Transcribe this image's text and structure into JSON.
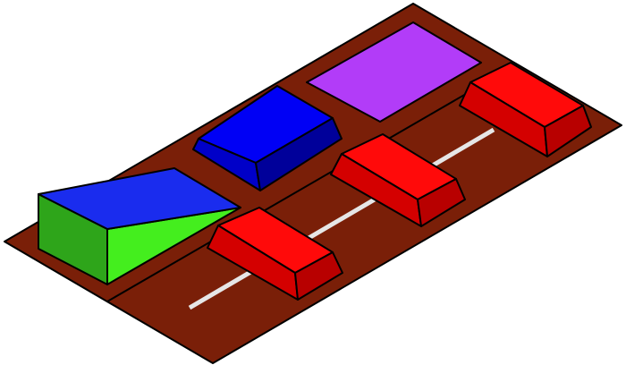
{
  "scene": {
    "colors": {
      "board": "#7a1f08",
      "board_edge": "#000000",
      "track": "#e6e6e6",
      "green_side_dark": "#2ea51a",
      "green_side_light": "#44ee1e",
      "blue_ramp_top": "#1a2cee",
      "blue_block_top": "#0000f5",
      "blue_block_front": "#0000c8",
      "blue_block_side": "#00009a",
      "purple_pad": "#b23cf8",
      "red_top": "#ff0a0a",
      "red_front": "#d40000",
      "red_side": "#b80000"
    },
    "objects": [
      {
        "name": "board",
        "type": "platform"
      },
      {
        "name": "green-ramp",
        "type": "wedge"
      },
      {
        "name": "blue-block",
        "type": "block"
      },
      {
        "name": "purple-pad",
        "type": "tile"
      },
      {
        "name": "red-block-1",
        "type": "block"
      },
      {
        "name": "red-block-2",
        "type": "block"
      },
      {
        "name": "red-block-3",
        "type": "block"
      },
      {
        "name": "track-line",
        "type": "rail"
      }
    ]
  }
}
